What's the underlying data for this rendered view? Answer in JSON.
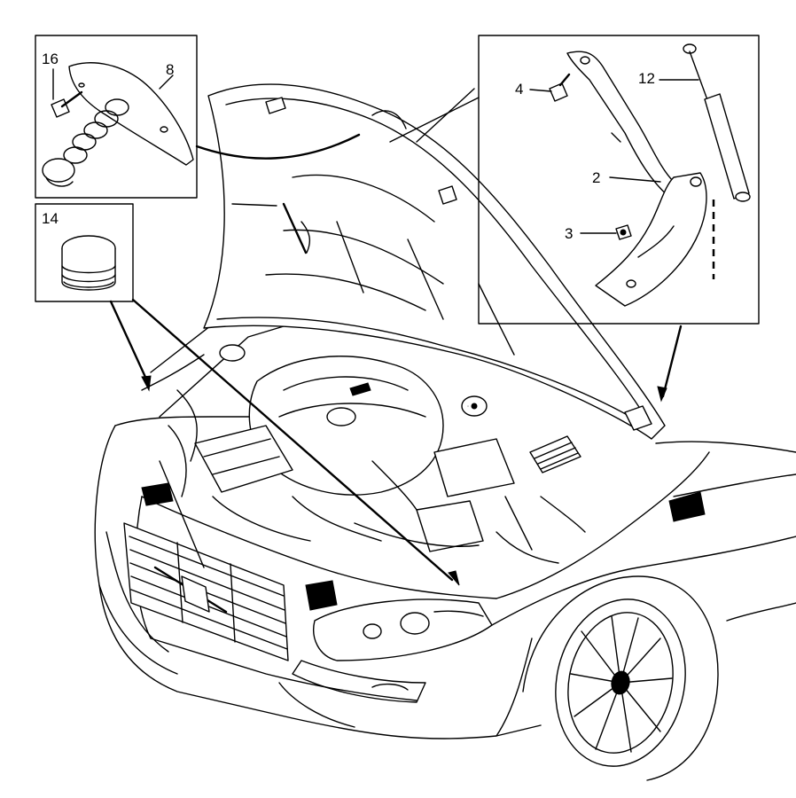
{
  "diagram": {
    "callouts": [
      {
        "id": "16",
        "text": "16"
      },
      {
        "id": "8",
        "text": "8"
      },
      {
        "id": "14",
        "text": "14"
      },
      {
        "id": "4",
        "text": "4"
      },
      {
        "id": "12",
        "text": "12"
      },
      {
        "id": "2",
        "text": "2"
      },
      {
        "id": "3",
        "text": "3"
      }
    ],
    "colors": {
      "line": "#000000",
      "background": "#ffffff"
    }
  }
}
